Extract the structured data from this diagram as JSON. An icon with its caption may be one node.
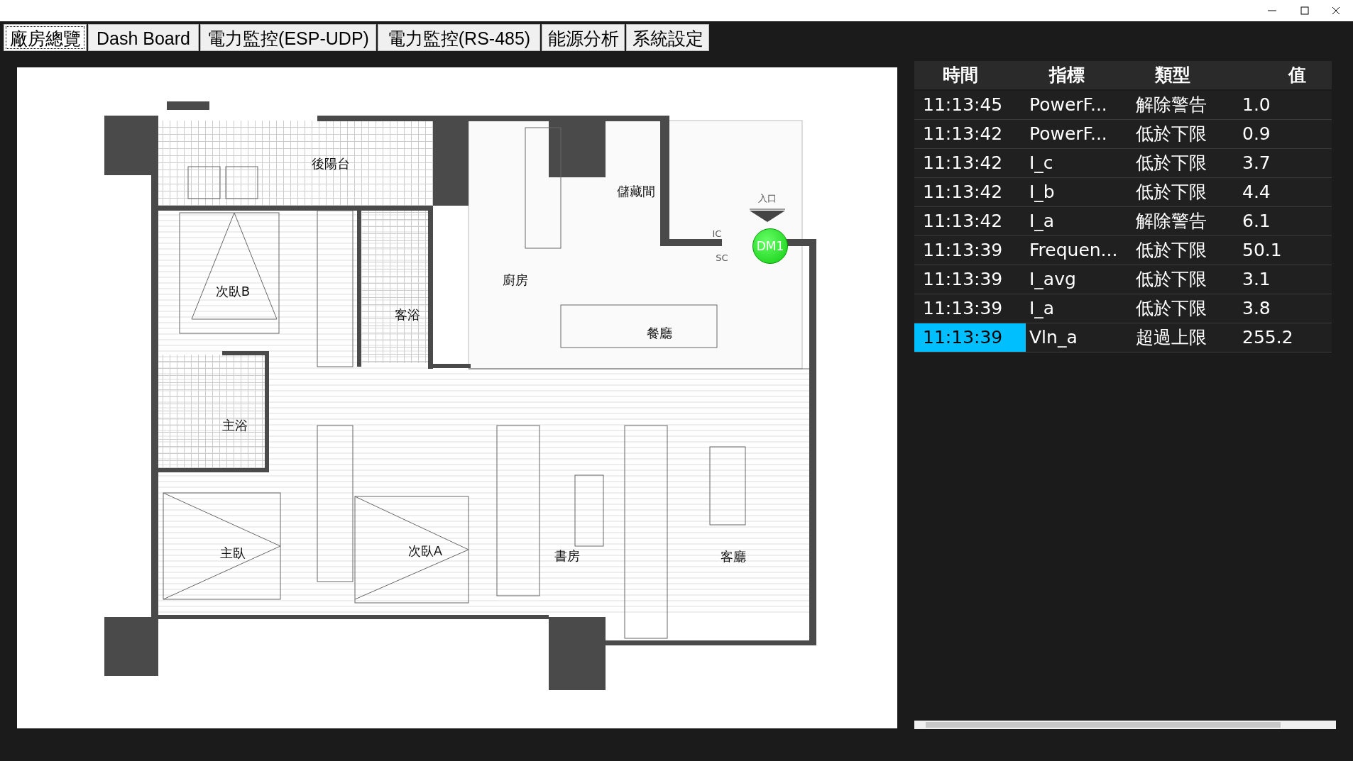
{
  "diagram": {
    "nodes": [
      {
        "text": [
          "DM1"
        ]
      }
    ],
    "labels": [
      "廠房總覽",
      "Dash Board",
      "電力監控(ESP-UDP)",
      "電力監控(RS-485)",
      "能源分析",
      "系統設定",
      "後陽台",
      "儲藏間",
      "入口",
      "IC",
      "次臥B",
      "廚房",
      "SC",
      "客浴",
      "餐廳",
      "主浴",
      "主臥",
      "次臥A",
      "書房",
      "客廳",
      "時間",
      "指標",
      "類型",
      "值",
      "11:13:45",
      "PowerF...",
      "解除警告",
      "1.0",
      "11:13:42",
      "PowerF...",
      "低於下限",
      "0.9",
      "11:13:42",
      "I_c",
      "低於下限",
      "3.7",
      "11:13:42",
      "I_b",
      "低於下限",
      "4.4",
      "11:13:42",
      "I_a",
      "解除警告",
      "6.1",
      "11:13:39",
      "Frequen...",
      "低於下限",
      "50.1",
      "11:13:39",
      "I_avg",
      "低於下限",
      "3.1",
      "11:13:39",
      "I_a",
      "低於下限",
      "3.8",
      "11:13:39",
      "Vln_a",
      "超過上限",
      "255.2"
    ]
  }
}
